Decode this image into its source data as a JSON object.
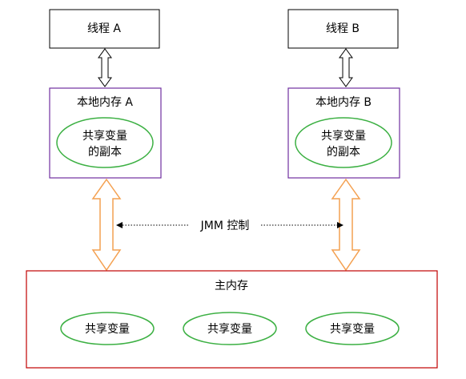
{
  "threads": [
    {
      "label": "线程 A"
    },
    {
      "label": "线程 B"
    }
  ],
  "local_memories": [
    {
      "label": "本地内存 A",
      "copy_line1": "共享变量",
      "copy_line2": "的副本"
    },
    {
      "label": "本地内存 B",
      "copy_line1": "共享变量",
      "copy_line2": "的副本"
    }
  ],
  "jmm_label": "JMM 控制",
  "main_memory": {
    "label": "主内存",
    "shared_vars": [
      "共享变量",
      "共享变量",
      "共享变量"
    ]
  },
  "colors": {
    "thread_border": "#000000",
    "local_memory_border": "#7030a0",
    "main_memory_border": "#c00000",
    "ellipse_border": "#3cb043",
    "sync_arrow": "#f4a050",
    "thread_arrow": "#000000"
  }
}
